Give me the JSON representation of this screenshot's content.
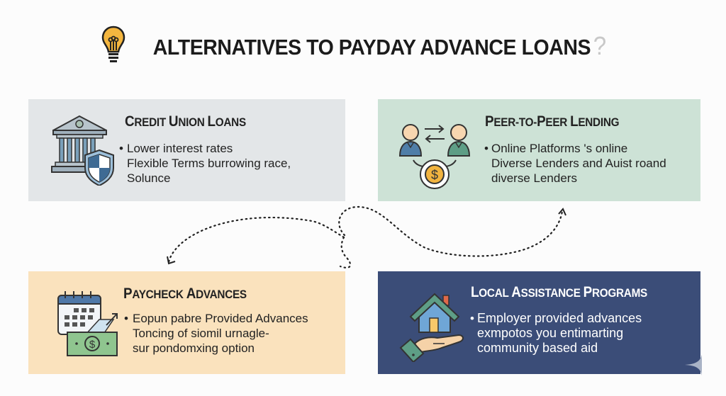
{
  "title": {
    "text": "ALTERNATIVES TO PAYDAY ADVANCE LOANS",
    "suffix": "?",
    "icon": "lightbulb-icon"
  },
  "cards": [
    {
      "id": "credit-union",
      "title_parts": [
        "C",
        "REDIT ",
        "U",
        "NION ",
        "L",
        "OANS"
      ],
      "title": "Credit Union Loans",
      "icon": "bank-shield-icon",
      "bullet": "•",
      "lines": [
        "Lower interest rates",
        "Flexible Terms burrowing race,",
        "Solunce"
      ],
      "background": "#e3e6e8"
    },
    {
      "id": "peer-to-peer",
      "title_parts": [
        "P",
        "EER-TO-",
        "P",
        "EER ",
        "L",
        "ENDING"
      ],
      "title": "Peer-to-Peer Lending",
      "icon": "people-exchange-icon",
      "bullet": "•",
      "lines": [
        "Online Platforms 's online",
        "Diverse Lenders and Auist roand",
        "diverse Lenders"
      ],
      "background": "#cde2d6"
    },
    {
      "id": "paycheck",
      "title_parts": [
        "P",
        "AYCHECK ",
        "A",
        "DVANCES",
        "",
        ""
      ],
      "title": "Paycheck Advances",
      "icon": "calendar-money-icon",
      "bullet": "•",
      "lines": [
        "Eopun pabre Provided Advances",
        "Toncing of siomil urnagle-",
        "sur pondomxing option"
      ],
      "background": "#fae2bd"
    },
    {
      "id": "local-assistance",
      "title_parts": [
        "L",
        "OCAL ",
        "A",
        "SSISTANCE ",
        "P",
        "ROGRAMS"
      ],
      "title": "Local Assistance Programs",
      "icon": "house-hand-icon",
      "bullet": "•",
      "lines": [
        "Employer provided advances",
        "exmpotos you entimarting",
        "community based aid"
      ],
      "background": "#3b4d78"
    }
  ],
  "connectors": [
    {
      "from": "center",
      "to": "paycheck",
      "style": "dotted-arrow"
    },
    {
      "from": "center",
      "to": "peer-to-peer",
      "style": "dotted-arrow"
    }
  ]
}
